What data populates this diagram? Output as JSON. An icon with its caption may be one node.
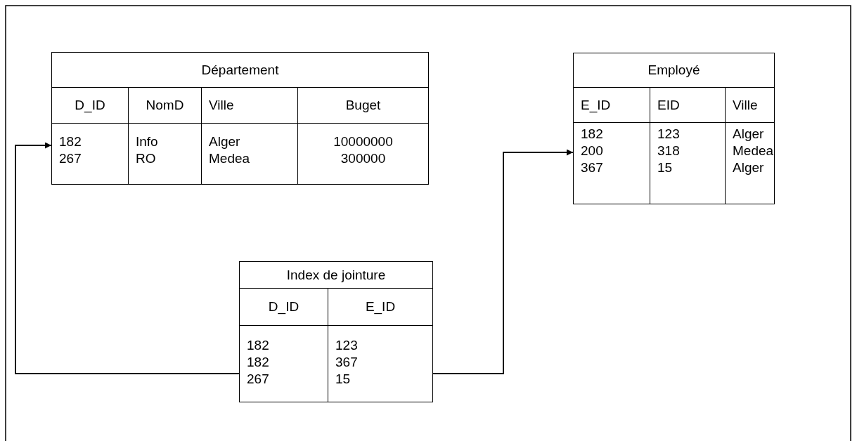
{
  "diagram": {
    "nodes": [
      {
        "text": [
          "Département",
          "D_ID",
          "NomD",
          "Ville",
          "Buget",
          "182 267",
          "Info RO",
          "Alger Medea",
          "10000000 300000"
        ]
      },
      {
        "text": [
          "Employé",
          "E_ID",
          "EID",
          "Ville",
          "182 200 367",
          "123 318 15",
          "Alger Medea Alger"
        ]
      },
      {
        "text": [
          "Index de jointure",
          "D_ID",
          "E_ID",
          "182 182 267",
          "123 367 15"
        ]
      }
    ],
    "edges": [
      {
        "from": 2,
        "to": 0,
        "arrow": "to"
      },
      {
        "from": 2,
        "to": 1,
        "arrow": "to"
      }
    ]
  }
}
